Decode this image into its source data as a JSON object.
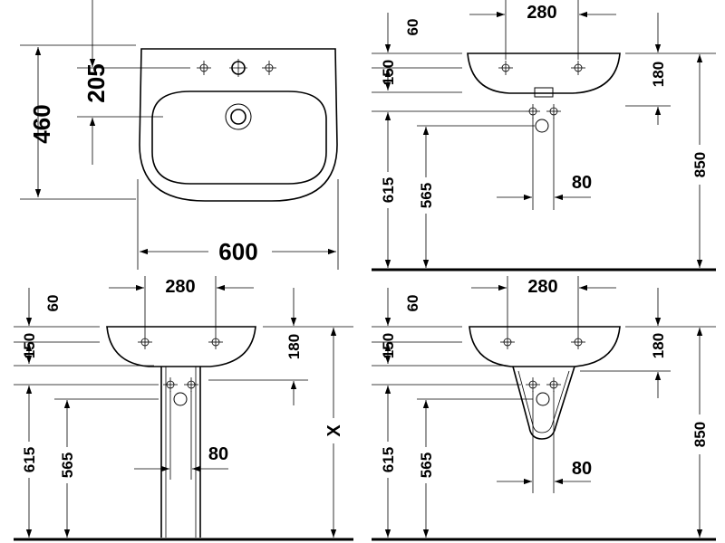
{
  "top_view": {
    "dim_depth": "460",
    "dim_tap_to_drain": "205",
    "dim_width": "600"
  },
  "wall_hung_view": {
    "dim_top_rim": "60",
    "dim_bowl_height": "150",
    "dim_fixing_spacing": "280",
    "dim_fixing_height": "180",
    "dim_floor_615": "615",
    "dim_floor_565": "565",
    "dim_pipe_spacing": "80",
    "dim_rim_height": "850"
  },
  "pedestal_view": {
    "dim_top_rim": "60",
    "dim_bowl_height": "150",
    "dim_fixing_spacing": "280",
    "dim_fixing_height": "180",
    "dim_floor_615": "615",
    "dim_floor_565": "565",
    "dim_pipe_spacing": "80",
    "dim_rim_height": "X"
  },
  "semi_pedestal_view": {
    "dim_top_rim": "60",
    "dim_bowl_height": "150",
    "dim_fixing_spacing": "280",
    "dim_fixing_height": "180",
    "dim_floor_615": "615",
    "dim_floor_565": "565",
    "dim_pipe_spacing": "80",
    "dim_rim_height": "850"
  }
}
